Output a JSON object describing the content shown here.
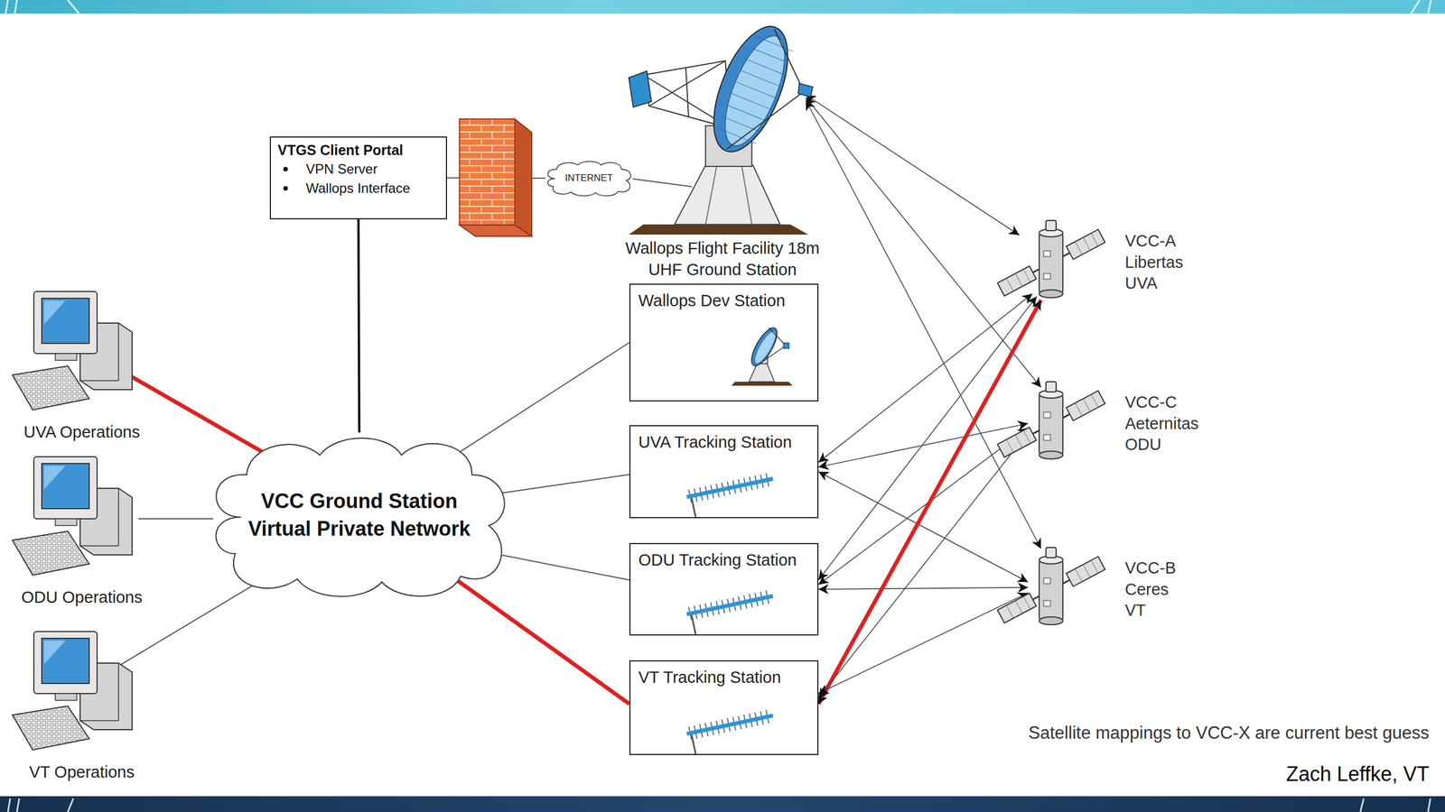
{
  "diagram": {
    "nodes": [
      {
        "text": [
          "VTGS Client Portal",
          "VPN Server",
          "Wallops Interface"
        ]
      },
      {
        "text": [
          "INTERNET"
        ]
      },
      {
        "text": [
          "Wallops Flight Facility 18m UHF Ground Station"
        ]
      },
      {
        "text": [
          "Wallops Dev Station"
        ]
      },
      {
        "text": [
          "UVA Tracking Station"
        ]
      },
      {
        "text": [
          "ODU Tracking Station"
        ]
      },
      {
        "text": [
          "VT Tracking Station"
        ]
      },
      {
        "text": [
          "VCC-A Libertas UVA"
        ]
      },
      {
        "text": [
          "VCC-C Aeternitas ODU"
        ]
      },
      {
        "text": [
          "VCC-B Ceres VT"
        ]
      },
      {
        "text": [
          "UVA Operations"
        ]
      },
      {
        "text": [
          "ODU Operations"
        ]
      },
      {
        "text": [
          "VT Operations"
        ]
      },
      {
        "text": [
          "VCC Ground Station Virtual Private Network"
        ]
      }
    ],
    "edges": [
      {
        "from": 0,
        "to": 1,
        "arrow": "none"
      },
      {
        "from": 1,
        "to": 2,
        "arrow": "none"
      },
      {
        "from": 0,
        "to": 13,
        "arrow": "none"
      },
      {
        "from": 13,
        "to": 3,
        "arrow": "none"
      },
      {
        "from": 13,
        "to": 4,
        "arrow": "none"
      },
      {
        "from": 13,
        "to": 5,
        "arrow": "none"
      },
      {
        "from": 13,
        "to": 6,
        "arrow": "none"
      },
      {
        "from": 10,
        "to": 13,
        "arrow": "none"
      },
      {
        "from": 11,
        "to": 13,
        "arrow": "none"
      },
      {
        "from": 12,
        "to": 13,
        "arrow": "none"
      },
      {
        "from": 2,
        "to": 7,
        "arrow": "both"
      },
      {
        "from": 2,
        "to": 8,
        "arrow": "both"
      },
      {
        "from": 2,
        "to": 9,
        "arrow": "both"
      },
      {
        "from": 4,
        "to": 7,
        "arrow": "both"
      },
      {
        "from": 4,
        "to": 8,
        "arrow": "both"
      },
      {
        "from": 4,
        "to": 9,
        "arrow": "both"
      },
      {
        "from": 5,
        "to": 7,
        "arrow": "both"
      },
      {
        "from": 5,
        "to": 8,
        "arrow": "both"
      },
      {
        "from": 5,
        "to": 9,
        "arrow": "both"
      },
      {
        "from": 6,
        "to": 7,
        "arrow": "both"
      },
      {
        "from": 6,
        "to": 8,
        "arrow": "both"
      },
      {
        "from": 6,
        "to": 9,
        "arrow": "both"
      }
    ],
    "labels": [
      "Satellite mappings to VCC-X are current best guess",
      "Zach Leffke, VT"
    ]
  }
}
